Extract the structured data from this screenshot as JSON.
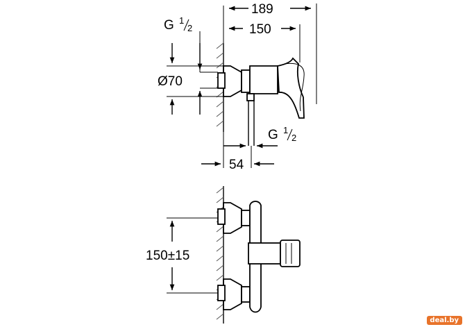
{
  "dimensions": {
    "overall_depth": "189",
    "lever_depth": "150",
    "inlet_thread_top": "G",
    "inlet_thread_top_num": "1",
    "inlet_thread_top_den": "2",
    "flange_diameter": "Ø70",
    "outlet_thread": "G",
    "outlet_thread_num": "1",
    "outlet_thread_den": "2",
    "outlet_offset": "54",
    "inlet_spacing": "150±15"
  },
  "watermark": "deal.by"
}
